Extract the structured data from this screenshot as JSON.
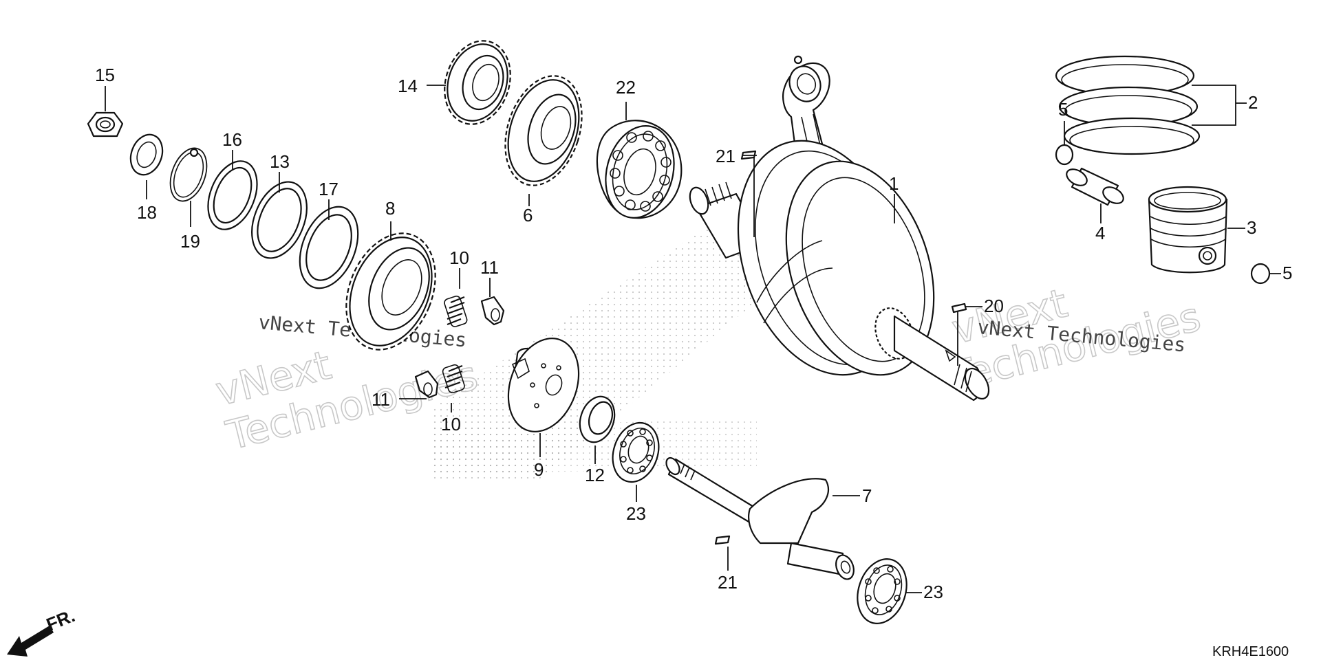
{
  "diagram": {
    "code": "KRH4E1600",
    "front_marker": "FR.",
    "callouts": [
      "15",
      "18",
      "19",
      "16",
      "13",
      "17",
      "8",
      "10",
      "11",
      "11",
      "10",
      "14",
      "6",
      "22",
      "9",
      "12",
      "23",
      "21",
      "1",
      "7",
      "21",
      "23",
      "20",
      "5",
      "2",
      "4",
      "3",
      "5"
    ]
  },
  "watermark": {
    "line1": "vNext Technologies",
    "line2a": "vNext",
    "line2b": "Technologies"
  }
}
